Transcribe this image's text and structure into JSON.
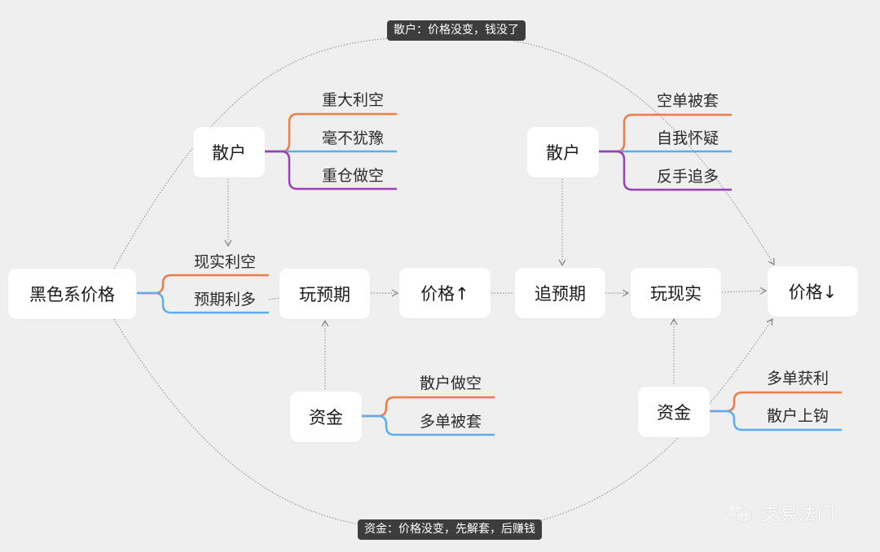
{
  "nodes": {
    "black_price": "黑色系价格",
    "retail_left": "散户",
    "play_expectation": "玩预期",
    "price_up": "价格↑",
    "capital_left": "资金",
    "retail_right": "散户",
    "chase_expectation": "追预期",
    "play_reality": "玩现实",
    "price_down": "价格↓",
    "capital_right": "资金"
  },
  "branches": {
    "black_price": [
      "现实利空",
      "预期利多"
    ],
    "retail_left": [
      "重大利空",
      "毫不犹豫",
      "重仓做空"
    ],
    "capital_left": [
      "散户做空",
      "多单被套"
    ],
    "retail_right": [
      "空单被套",
      "自我怀疑",
      "反手追多"
    ],
    "capital_right": [
      "多单获利",
      "散户上钩"
    ]
  },
  "captions": {
    "top": "散户：价格没变，钱没了",
    "bottom": "资金：价格没变，先解套，后赚钱"
  },
  "watermark": "交易法门",
  "colors": {
    "background": "#efeff0",
    "orange": "#ef7b45",
    "blue": "#5aaef0",
    "purple": "#9a3fb8",
    "connector": "#8a8a8a"
  }
}
